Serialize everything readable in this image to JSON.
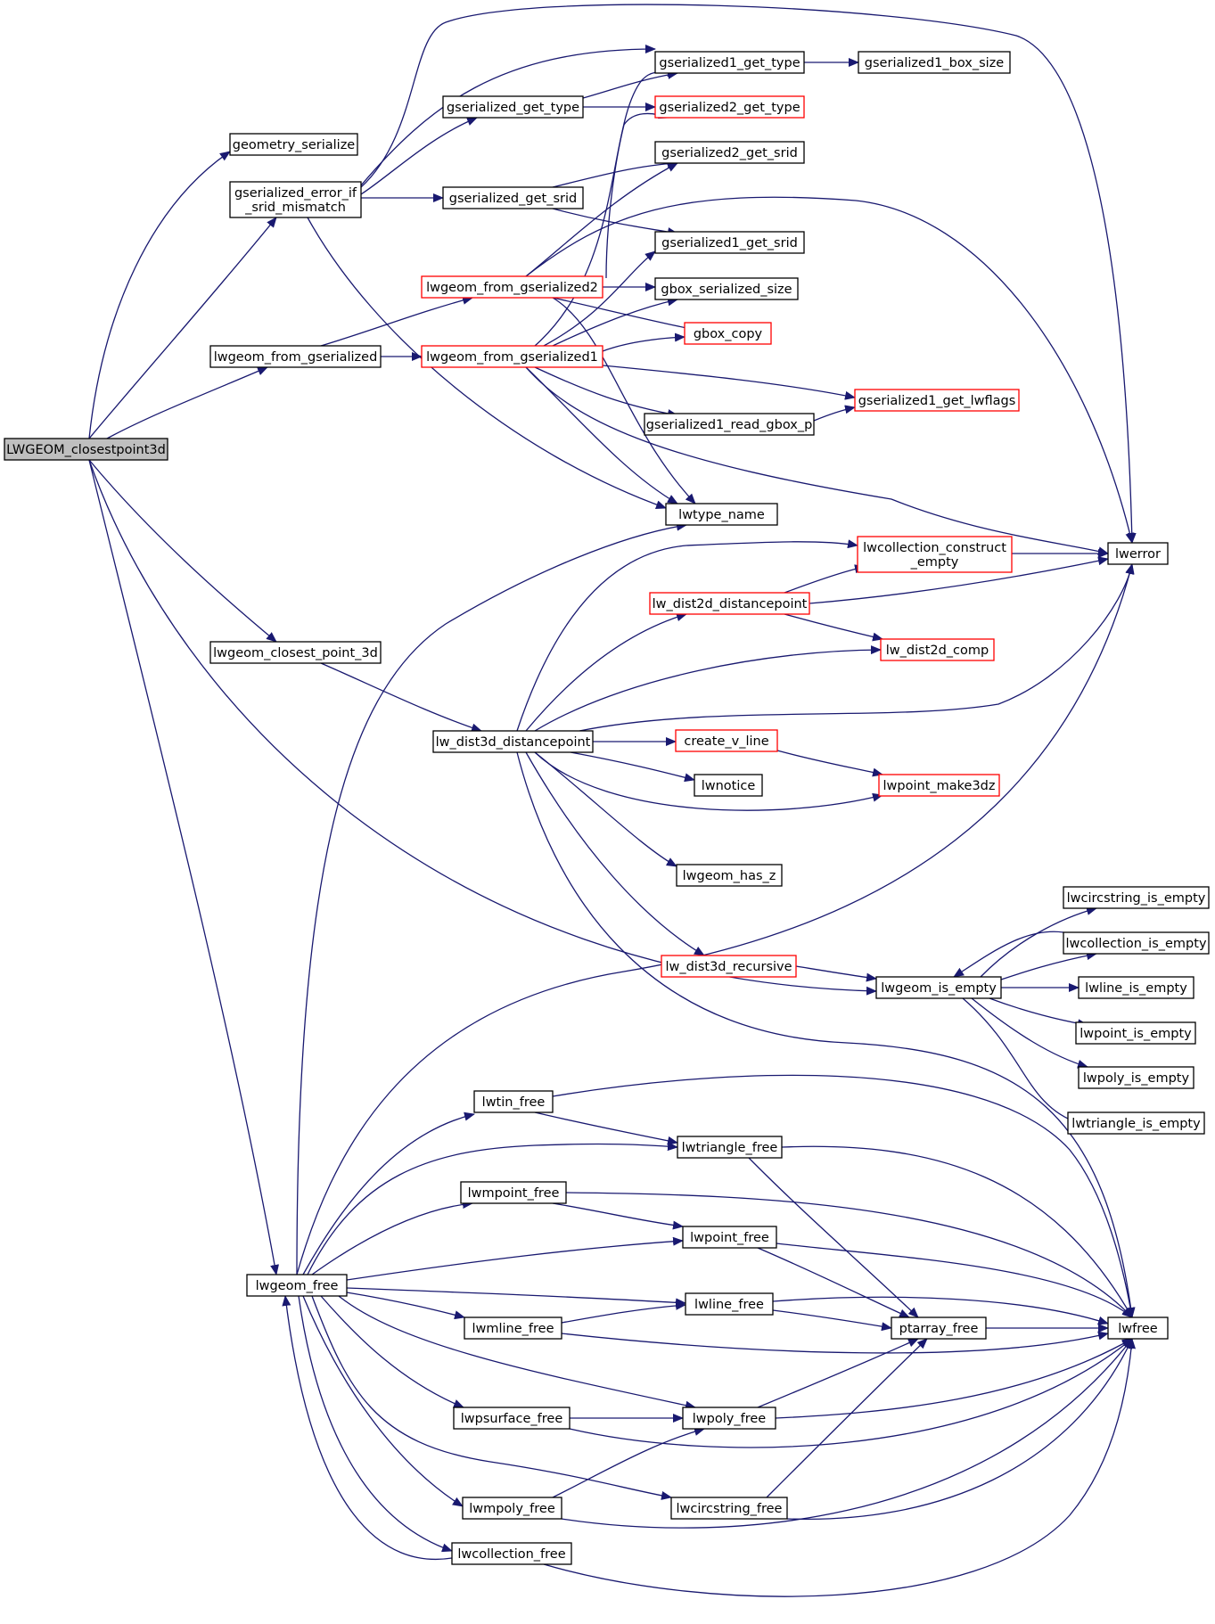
{
  "colors": {
    "edge": "#191970",
    "node_border": "#000000",
    "node_border_truncated": "#ff0000",
    "root_fill": "#bfbfbf",
    "node_fill": "#ffffff"
  },
  "nodes": [
    {
      "id": "root",
      "label": "LWGEOM_closestpoint3d",
      "style": "root"
    },
    {
      "id": "geometry_serialize",
      "label": "geometry_serialize",
      "style": "normal"
    },
    {
      "id": "gserialized_error_if_srid_mismatch",
      "label": "gserialized_error_if\n_srid_mismatch",
      "style": "normal"
    },
    {
      "id": "lwgeom_from_gserialized",
      "label": "lwgeom_from_gserialized",
      "style": "normal"
    },
    {
      "id": "lwgeom_closest_point_3d",
      "label": "lwgeom_closest_point_3d",
      "style": "normal"
    },
    {
      "id": "lwgeom_free",
      "label": "lwgeom_free",
      "style": "normal"
    },
    {
      "id": "gserialized_get_type",
      "label": "gserialized_get_type",
      "style": "normal"
    },
    {
      "id": "gserialized_get_srid",
      "label": "gserialized_get_srid",
      "style": "normal"
    },
    {
      "id": "lwgeom_from_gserialized2",
      "label": "lwgeom_from_gserialized2",
      "style": "truncated"
    },
    {
      "id": "lwgeom_from_gserialized1",
      "label": "lwgeom_from_gserialized1",
      "style": "truncated"
    },
    {
      "id": "gserialized1_get_type",
      "label": "gserialized1_get_type",
      "style": "normal"
    },
    {
      "id": "gserialized2_get_type",
      "label": "gserialized2_get_type",
      "style": "truncated"
    },
    {
      "id": "gserialized2_get_srid",
      "label": "gserialized2_get_srid",
      "style": "normal"
    },
    {
      "id": "gserialized1_get_srid",
      "label": "gserialized1_get_srid",
      "style": "normal"
    },
    {
      "id": "gbox_serialized_size",
      "label": "gbox_serialized_size",
      "style": "normal"
    },
    {
      "id": "gbox_copy",
      "label": "gbox_copy",
      "style": "truncated"
    },
    {
      "id": "gserialized1_read_gbox_p",
      "label": "gserialized1_read_gbox_p",
      "style": "normal"
    },
    {
      "id": "gserialized1_box_size",
      "label": "gserialized1_box_size",
      "style": "normal"
    },
    {
      "id": "gserialized1_get_lwflags",
      "label": "gserialized1_get_lwflags",
      "style": "truncated"
    },
    {
      "id": "lwtype_name",
      "label": "lwtype_name",
      "style": "normal"
    },
    {
      "id": "lwerror",
      "label": "lwerror",
      "style": "normal"
    },
    {
      "id": "lwcollection_construct_empty",
      "label": "lwcollection_construct\n_empty",
      "style": "truncated"
    },
    {
      "id": "lw_dist2d_distancepoint",
      "label": "lw_dist2d_distancepoint",
      "style": "truncated"
    },
    {
      "id": "lw_dist2d_comp",
      "label": "lw_dist2d_comp",
      "style": "truncated"
    },
    {
      "id": "lw_dist3d_distancepoint",
      "label": "lw_dist3d_distancepoint",
      "style": "normal"
    },
    {
      "id": "create_v_line",
      "label": "create_v_line",
      "style": "truncated"
    },
    {
      "id": "lwnotice",
      "label": "lwnotice",
      "style": "normal"
    },
    {
      "id": "lwpoint_make3dz",
      "label": "lwpoint_make3dz",
      "style": "truncated"
    },
    {
      "id": "lwgeom_has_z",
      "label": "lwgeom_has_z",
      "style": "normal"
    },
    {
      "id": "lw_dist3d_recursive",
      "label": "lw_dist3d_recursive",
      "style": "truncated"
    },
    {
      "id": "lwgeom_is_empty",
      "label": "lwgeom_is_empty",
      "style": "normal"
    },
    {
      "id": "lwcircstring_is_empty",
      "label": "lwcircstring_is_empty",
      "style": "normal"
    },
    {
      "id": "lwcollection_is_empty",
      "label": "lwcollection_is_empty",
      "style": "normal"
    },
    {
      "id": "lwline_is_empty",
      "label": "lwline_is_empty",
      "style": "normal"
    },
    {
      "id": "lwpoint_is_empty",
      "label": "lwpoint_is_empty",
      "style": "normal"
    },
    {
      "id": "lwpoly_is_empty",
      "label": "lwpoly_is_empty",
      "style": "normal"
    },
    {
      "id": "lwtriangle_is_empty",
      "label": "lwtriangle_is_empty",
      "style": "normal"
    },
    {
      "id": "lwtin_free",
      "label": "lwtin_free",
      "style": "normal"
    },
    {
      "id": "lwtriangle_free",
      "label": "lwtriangle_free",
      "style": "normal"
    },
    {
      "id": "lwmpoint_free",
      "label": "lwmpoint_free",
      "style": "normal"
    },
    {
      "id": "lwpoint_free",
      "label": "lwpoint_free",
      "style": "normal"
    },
    {
      "id": "lwline_free",
      "label": "lwline_free",
      "style": "normal"
    },
    {
      "id": "lwmline_free",
      "label": "lwmline_free",
      "style": "normal"
    },
    {
      "id": "ptarray_free",
      "label": "ptarray_free",
      "style": "normal"
    },
    {
      "id": "lwfree",
      "label": "lwfree",
      "style": "normal"
    },
    {
      "id": "lwpsurface_free",
      "label": "lwpsurface_free",
      "style": "normal"
    },
    {
      "id": "lwpoly_free",
      "label": "lwpoly_free",
      "style": "normal"
    },
    {
      "id": "lwmpoly_free",
      "label": "lwmpoly_free",
      "style": "normal"
    },
    {
      "id": "lwcircstring_free",
      "label": "lwcircstring_free",
      "style": "normal"
    },
    {
      "id": "lwcollection_free",
      "label": "lwcollection_free",
      "style": "normal"
    }
  ],
  "edges": [
    [
      "root",
      "geometry_serialize"
    ],
    [
      "root",
      "gserialized_error_if_srid_mismatch"
    ],
    [
      "root",
      "lwgeom_from_gserialized"
    ],
    [
      "root",
      "lwgeom_closest_point_3d"
    ],
    [
      "root",
      "lwgeom_free"
    ],
    [
      "root",
      "lwgeom_is_empty"
    ],
    [
      "gserialized_error_if_srid_mismatch",
      "gserialized_get_type"
    ],
    [
      "gserialized_error_if_srid_mismatch",
      "gserialized1_get_type"
    ],
    [
      "gserialized_error_if_srid_mismatch",
      "gserialized_get_srid"
    ],
    [
      "gserialized_error_if_srid_mismatch",
      "lwerror"
    ],
    [
      "gserialized_error_if_srid_mismatch",
      "lwtype_name"
    ],
    [
      "gserialized_get_type",
      "gserialized1_get_type"
    ],
    [
      "gserialized_get_type",
      "gserialized2_get_type"
    ],
    [
      "gserialized_get_srid",
      "gserialized2_get_srid"
    ],
    [
      "gserialized_get_srid",
      "gserialized1_get_srid"
    ],
    [
      "gserialized1_get_type",
      "gserialized1_box_size"
    ],
    [
      "lwgeom_from_gserialized",
      "lwgeom_from_gserialized2"
    ],
    [
      "lwgeom_from_gserialized",
      "lwgeom_from_gserialized1"
    ],
    [
      "lwgeom_from_gserialized2",
      "gserialized2_get_type"
    ],
    [
      "lwgeom_from_gserialized2",
      "gserialized2_get_srid"
    ],
    [
      "lwgeom_from_gserialized2",
      "gbox_serialized_size"
    ],
    [
      "lwgeom_from_gserialized2",
      "gbox_copy"
    ],
    [
      "lwgeom_from_gserialized2",
      "lwtype_name"
    ],
    [
      "lwgeom_from_gserialized2",
      "lwerror"
    ],
    [
      "lwgeom_from_gserialized1",
      "gserialized1_get_type"
    ],
    [
      "lwgeom_from_gserialized1",
      "gserialized1_get_srid"
    ],
    [
      "lwgeom_from_gserialized1",
      "gbox_serialized_size"
    ],
    [
      "lwgeom_from_gserialized1",
      "gbox_copy"
    ],
    [
      "lwgeom_from_gserialized1",
      "gserialized1_get_lwflags"
    ],
    [
      "lwgeom_from_gserialized1",
      "gserialized1_read_gbox_p"
    ],
    [
      "lwgeom_from_gserialized1",
      "lwtype_name"
    ],
    [
      "lwgeom_from_gserialized1",
      "lwerror"
    ],
    [
      "gserialized1_read_gbox_p",
      "gserialized1_get_lwflags"
    ],
    [
      "lwgeom_closest_point_3d",
      "lw_dist3d_distancepoint"
    ],
    [
      "lw_dist3d_distancepoint",
      "lwcollection_construct_empty"
    ],
    [
      "lw_dist3d_distancepoint",
      "lw_dist2d_distancepoint"
    ],
    [
      "lw_dist3d_distancepoint",
      "lw_dist2d_comp"
    ],
    [
      "lw_dist3d_distancepoint",
      "lwerror"
    ],
    [
      "lw_dist3d_distancepoint",
      "create_v_line"
    ],
    [
      "lw_dist3d_distancepoint",
      "lwnotice"
    ],
    [
      "lw_dist3d_distancepoint",
      "lwpoint_make3dz"
    ],
    [
      "lw_dist3d_distancepoint",
      "lwgeom_has_z"
    ],
    [
      "lw_dist3d_distancepoint",
      "lw_dist3d_recursive"
    ],
    [
      "lw_dist3d_distancepoint",
      "lwfree"
    ],
    [
      "lw_dist2d_distancepoint",
      "lwcollection_construct_empty"
    ],
    [
      "lw_dist2d_distancepoint",
      "lw_dist2d_comp"
    ],
    [
      "lw_dist2d_distancepoint",
      "lwerror"
    ],
    [
      "lwcollection_construct_empty",
      "lwerror"
    ],
    [
      "create_v_line",
      "lwpoint_make3dz"
    ],
    [
      "lw_dist3d_recursive",
      "lwgeom_is_empty"
    ],
    [
      "lwgeom_is_empty",
      "lwcircstring_is_empty"
    ],
    [
      "lwgeom_is_empty",
      "lwcollection_is_empty"
    ],
    [
      "lwgeom_is_empty",
      "lwline_is_empty"
    ],
    [
      "lwgeom_is_empty",
      "lwpoint_is_empty"
    ],
    [
      "lwgeom_is_empty",
      "lwpoly_is_empty"
    ],
    [
      "lwgeom_is_empty",
      "lwtriangle_is_empty"
    ],
    [
      "lwcollection_is_empty",
      "lwgeom_is_empty"
    ],
    [
      "lwgeom_free",
      "lwtype_name"
    ],
    [
      "lwgeom_free",
      "lwerror"
    ],
    [
      "lwgeom_free",
      "lwtin_free"
    ],
    [
      "lwgeom_free",
      "lwtriangle_free"
    ],
    [
      "lwgeom_free",
      "lwmpoint_free"
    ],
    [
      "lwgeom_free",
      "lwpoint_free"
    ],
    [
      "lwgeom_free",
      "lwline_free"
    ],
    [
      "lwgeom_free",
      "lwmline_free"
    ],
    [
      "lwgeom_free",
      "lwpsurface_free"
    ],
    [
      "lwgeom_free",
      "lwpoly_free"
    ],
    [
      "lwgeom_free",
      "lwmpoly_free"
    ],
    [
      "lwgeom_free",
      "lwcircstring_free"
    ],
    [
      "lwgeom_free",
      "lwcollection_free"
    ],
    [
      "lwtin_free",
      "lwtriangle_free"
    ],
    [
      "lwtin_free",
      "lwfree"
    ],
    [
      "lwtriangle_free",
      "ptarray_free"
    ],
    [
      "lwtriangle_free",
      "lwfree"
    ],
    [
      "lwmpoint_free",
      "lwpoint_free"
    ],
    [
      "lwmpoint_free",
      "lwfree"
    ],
    [
      "lwpoint_free",
      "ptarray_free"
    ],
    [
      "lwpoint_free",
      "lwfree"
    ],
    [
      "lwline_free",
      "ptarray_free"
    ],
    [
      "lwline_free",
      "lwfree"
    ],
    [
      "lwmline_free",
      "lwline_free"
    ],
    [
      "lwmline_free",
      "lwfree"
    ],
    [
      "ptarray_free",
      "lwfree"
    ],
    [
      "lwpsurface_free",
      "lwpoly_free"
    ],
    [
      "lwpsurface_free",
      "lwfree"
    ],
    [
      "lwpoly_free",
      "ptarray_free"
    ],
    [
      "lwpoly_free",
      "lwfree"
    ],
    [
      "lwmpoly_free",
      "lwpoly_free"
    ],
    [
      "lwmpoly_free",
      "lwfree"
    ],
    [
      "lwcircstring_free",
      "ptarray_free"
    ],
    [
      "lwcircstring_free",
      "lwfree"
    ],
    [
      "lwcollection_free",
      "lwgeom_free"
    ],
    [
      "lwcollection_free",
      "lwfree"
    ]
  ]
}
